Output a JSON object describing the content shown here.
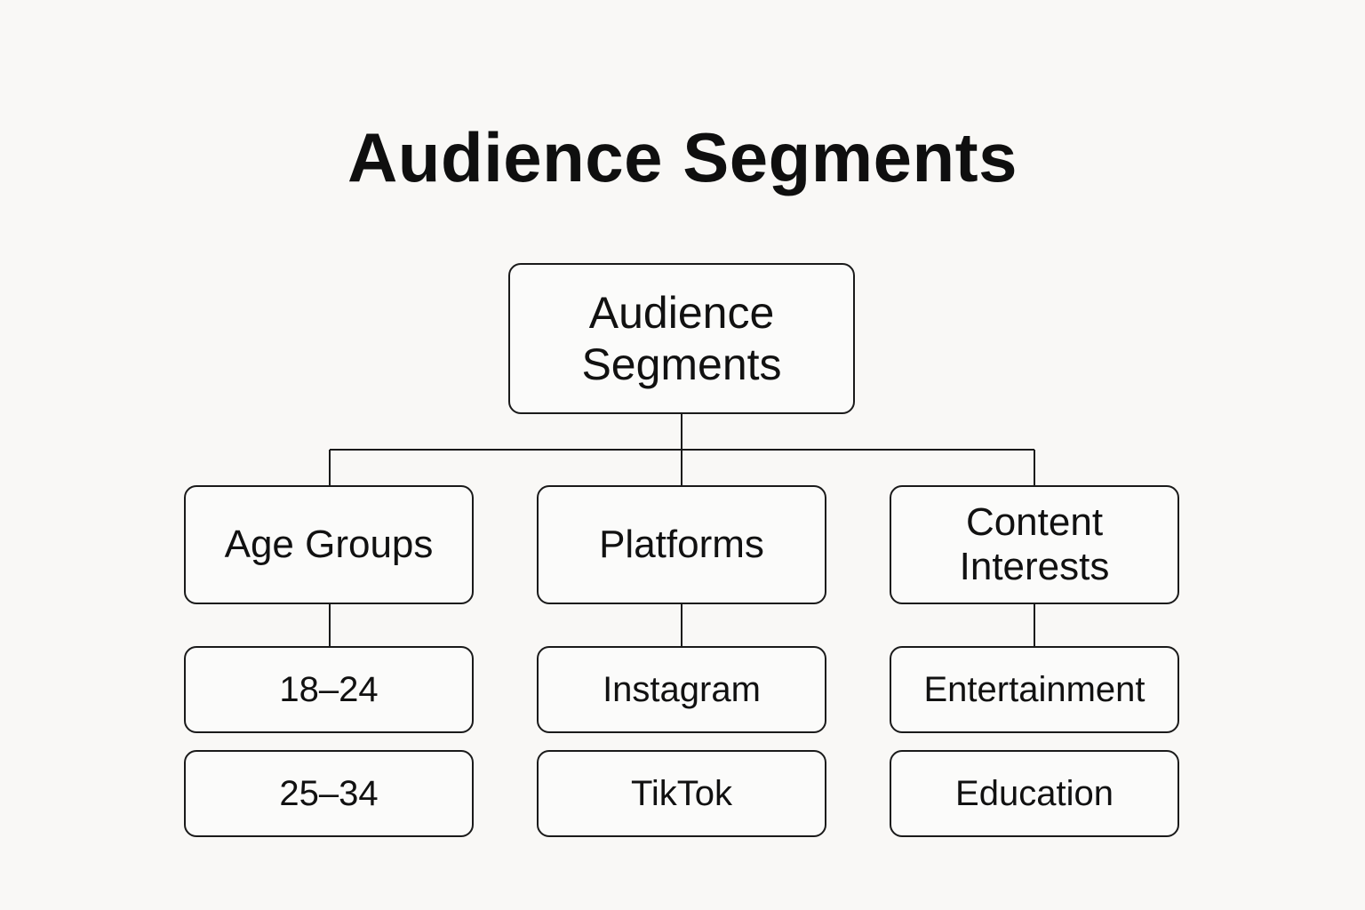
{
  "title": "Audience Segments",
  "root": {
    "label_line1": "Audience",
    "label_line2": "Segments"
  },
  "categories": [
    {
      "label": "Age Groups",
      "items": [
        "18–24",
        "25–34"
      ]
    },
    {
      "label": "Platforms",
      "items": [
        "Instagram",
        "TikTok"
      ]
    },
    {
      "label_line1": "Content",
      "label_line2": "Interests",
      "items": [
        "Entertainment",
        "Education"
      ]
    }
  ],
  "colors": {
    "background": "#f9f8f6",
    "stroke": "#1a1a1a",
    "text": "#111111"
  }
}
